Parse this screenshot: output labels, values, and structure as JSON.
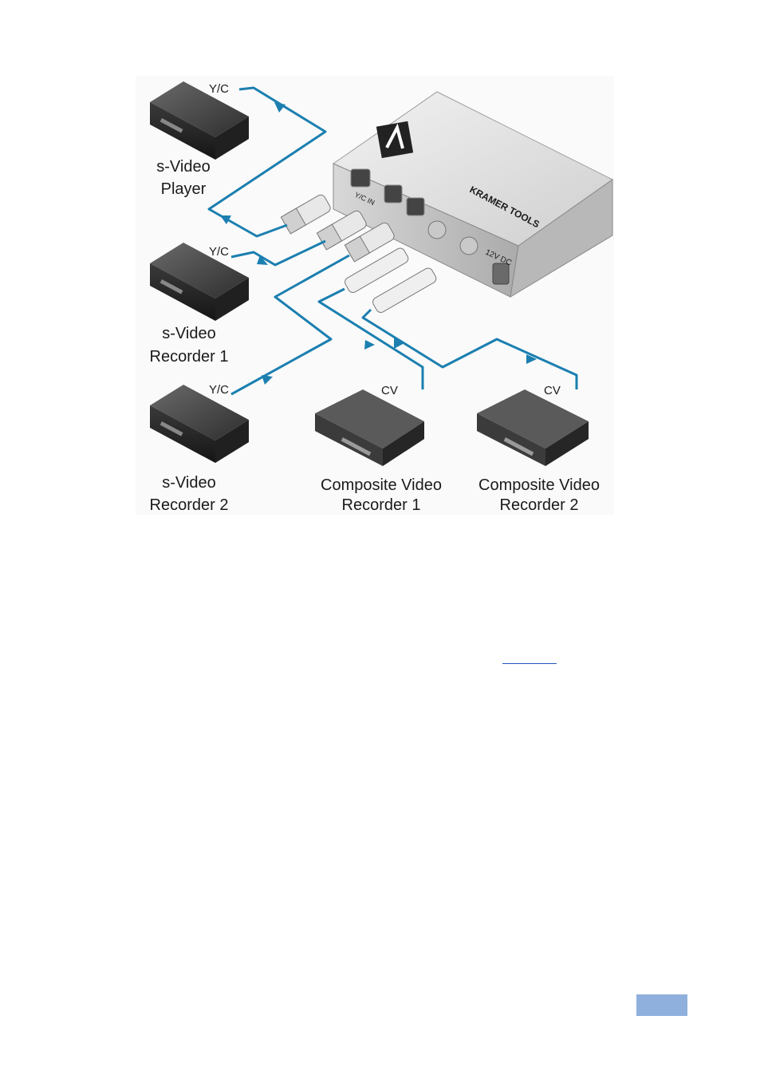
{
  "diagram": {
    "devices": {
      "svideo_player": {
        "line1": "s-Video",
        "line2": "Player",
        "port": "Y/C"
      },
      "svideo_recorder_1": {
        "line1": "s-Video",
        "line2": "Recorder 1",
        "port": "Y/C"
      },
      "svideo_recorder_2": {
        "line1": "s-Video",
        "line2": "Recorder 2",
        "port": "Y/C"
      },
      "composite_recorder_1": {
        "line1": "Composite Video",
        "line2": "Recorder 1",
        "port": "CV"
      },
      "composite_recorder_2": {
        "line1": "Composite Video",
        "line2": "Recorder 2",
        "port": "CV"
      }
    },
    "unit": {
      "brand": "KRAMER TOOLS",
      "power_label": "12V DC",
      "port_yc_in": "Y/C IN"
    }
  },
  "colors": {
    "cable": "#1b7fb0",
    "badge": "#8fb0dc"
  }
}
